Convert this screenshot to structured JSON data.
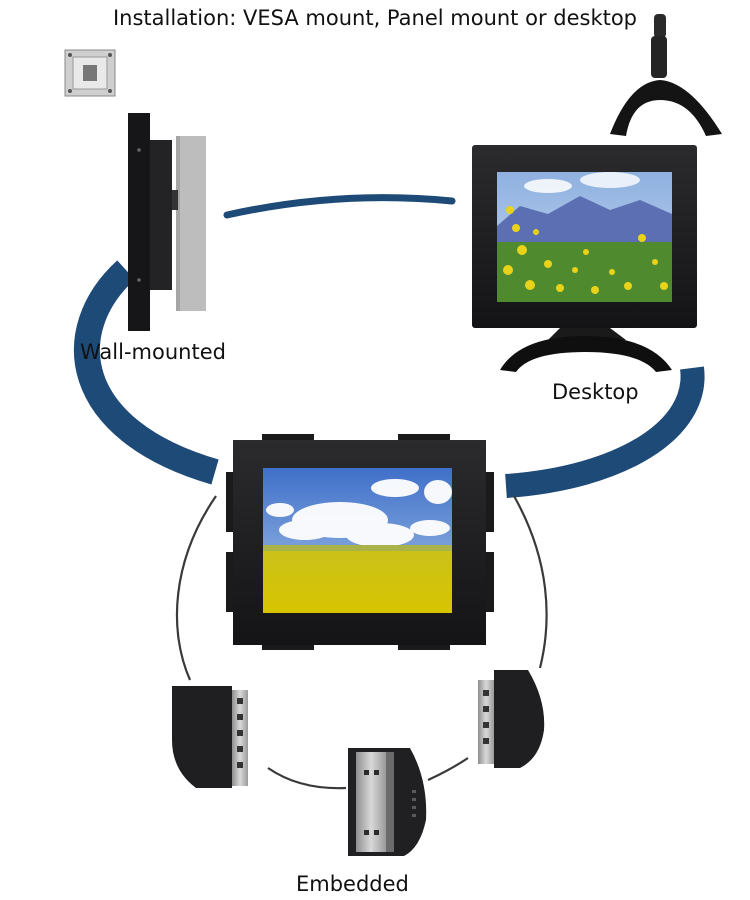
{
  "title": "Installation: VESA mount, Panel mount or desktop",
  "labels": {
    "wall_mounted": "Wall-mounted",
    "desktop": "Desktop",
    "embedded": "Embedded"
  },
  "colors": {
    "arc_blue": "#1e4a78",
    "monitor_frame": "#1c1c1e",
    "bracket_gray": "#b5b5b5"
  }
}
